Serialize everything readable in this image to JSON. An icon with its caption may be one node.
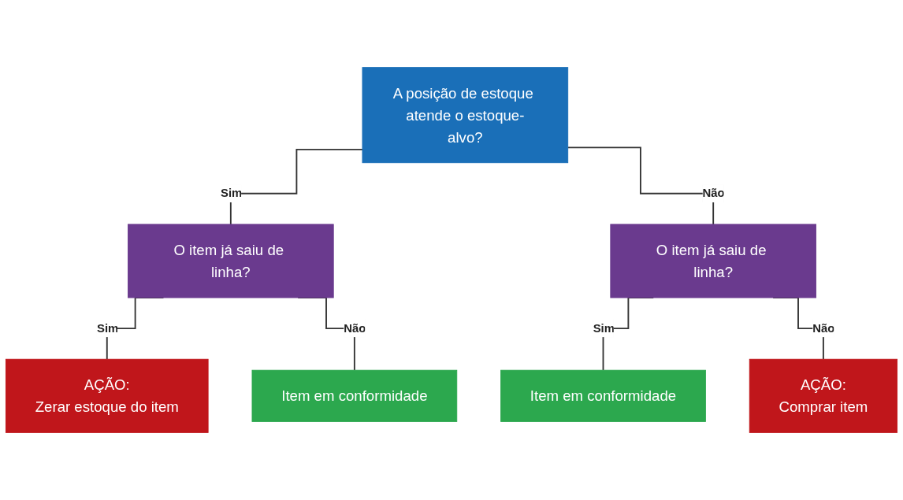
{
  "diagram": {
    "nodes": [
      {
        "text": [
          "A posição de estoque atende o estoque-alvo?"
        ]
      },
      {
        "text": [
          "O item já saiu de linha?"
        ]
      },
      {
        "text": [
          "O item já saiu de linha?"
        ]
      },
      {
        "text": [
          "AÇÃO:",
          "Zerar estoque do item"
        ]
      },
      {
        "text": [
          "Item em conformidade"
        ]
      },
      {
        "text": [
          "Item em conformidade"
        ]
      },
      {
        "text": [
          "AÇÃO:",
          "Comprar item"
        ]
      }
    ],
    "edges": [
      {
        "from": 0,
        "to": 1,
        "arrow": "none",
        "label": "Sim"
      },
      {
        "from": 0,
        "to": 2,
        "arrow": "none",
        "label": "Não"
      },
      {
        "from": 1,
        "to": 3,
        "arrow": "none",
        "label": "Sim"
      },
      {
        "from": 1,
        "to": 4,
        "arrow": "none",
        "label": "Não"
      },
      {
        "from": 2,
        "to": 5,
        "arrow": "none",
        "label": "Sim"
      },
      {
        "from": 2,
        "to": 6,
        "arrow": "none",
        "label": "Não"
      }
    ]
  }
}
